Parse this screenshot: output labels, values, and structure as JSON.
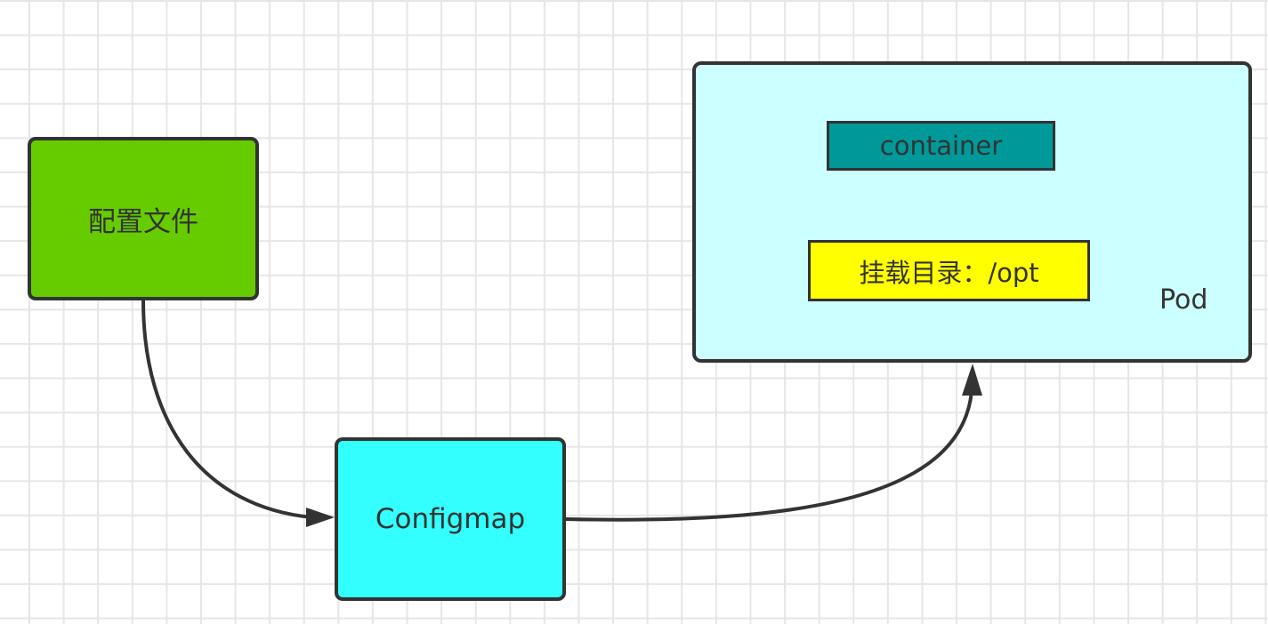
{
  "nodes": {
    "config_file": {
      "label": "配置文件",
      "color": "#66cc00"
    },
    "configmap": {
      "label": "Configmap",
      "color": "#33ffff"
    },
    "pod": {
      "label": "Pod",
      "color": "#ccffff",
      "container": {
        "label": "container",
        "color": "#009999"
      },
      "mount": {
        "label": "挂载目录：/opt",
        "color": "#ffff00"
      }
    }
  },
  "edges": [
    {
      "from": "config_file",
      "to": "configmap"
    },
    {
      "from": "configmap",
      "to": "pod"
    }
  ]
}
